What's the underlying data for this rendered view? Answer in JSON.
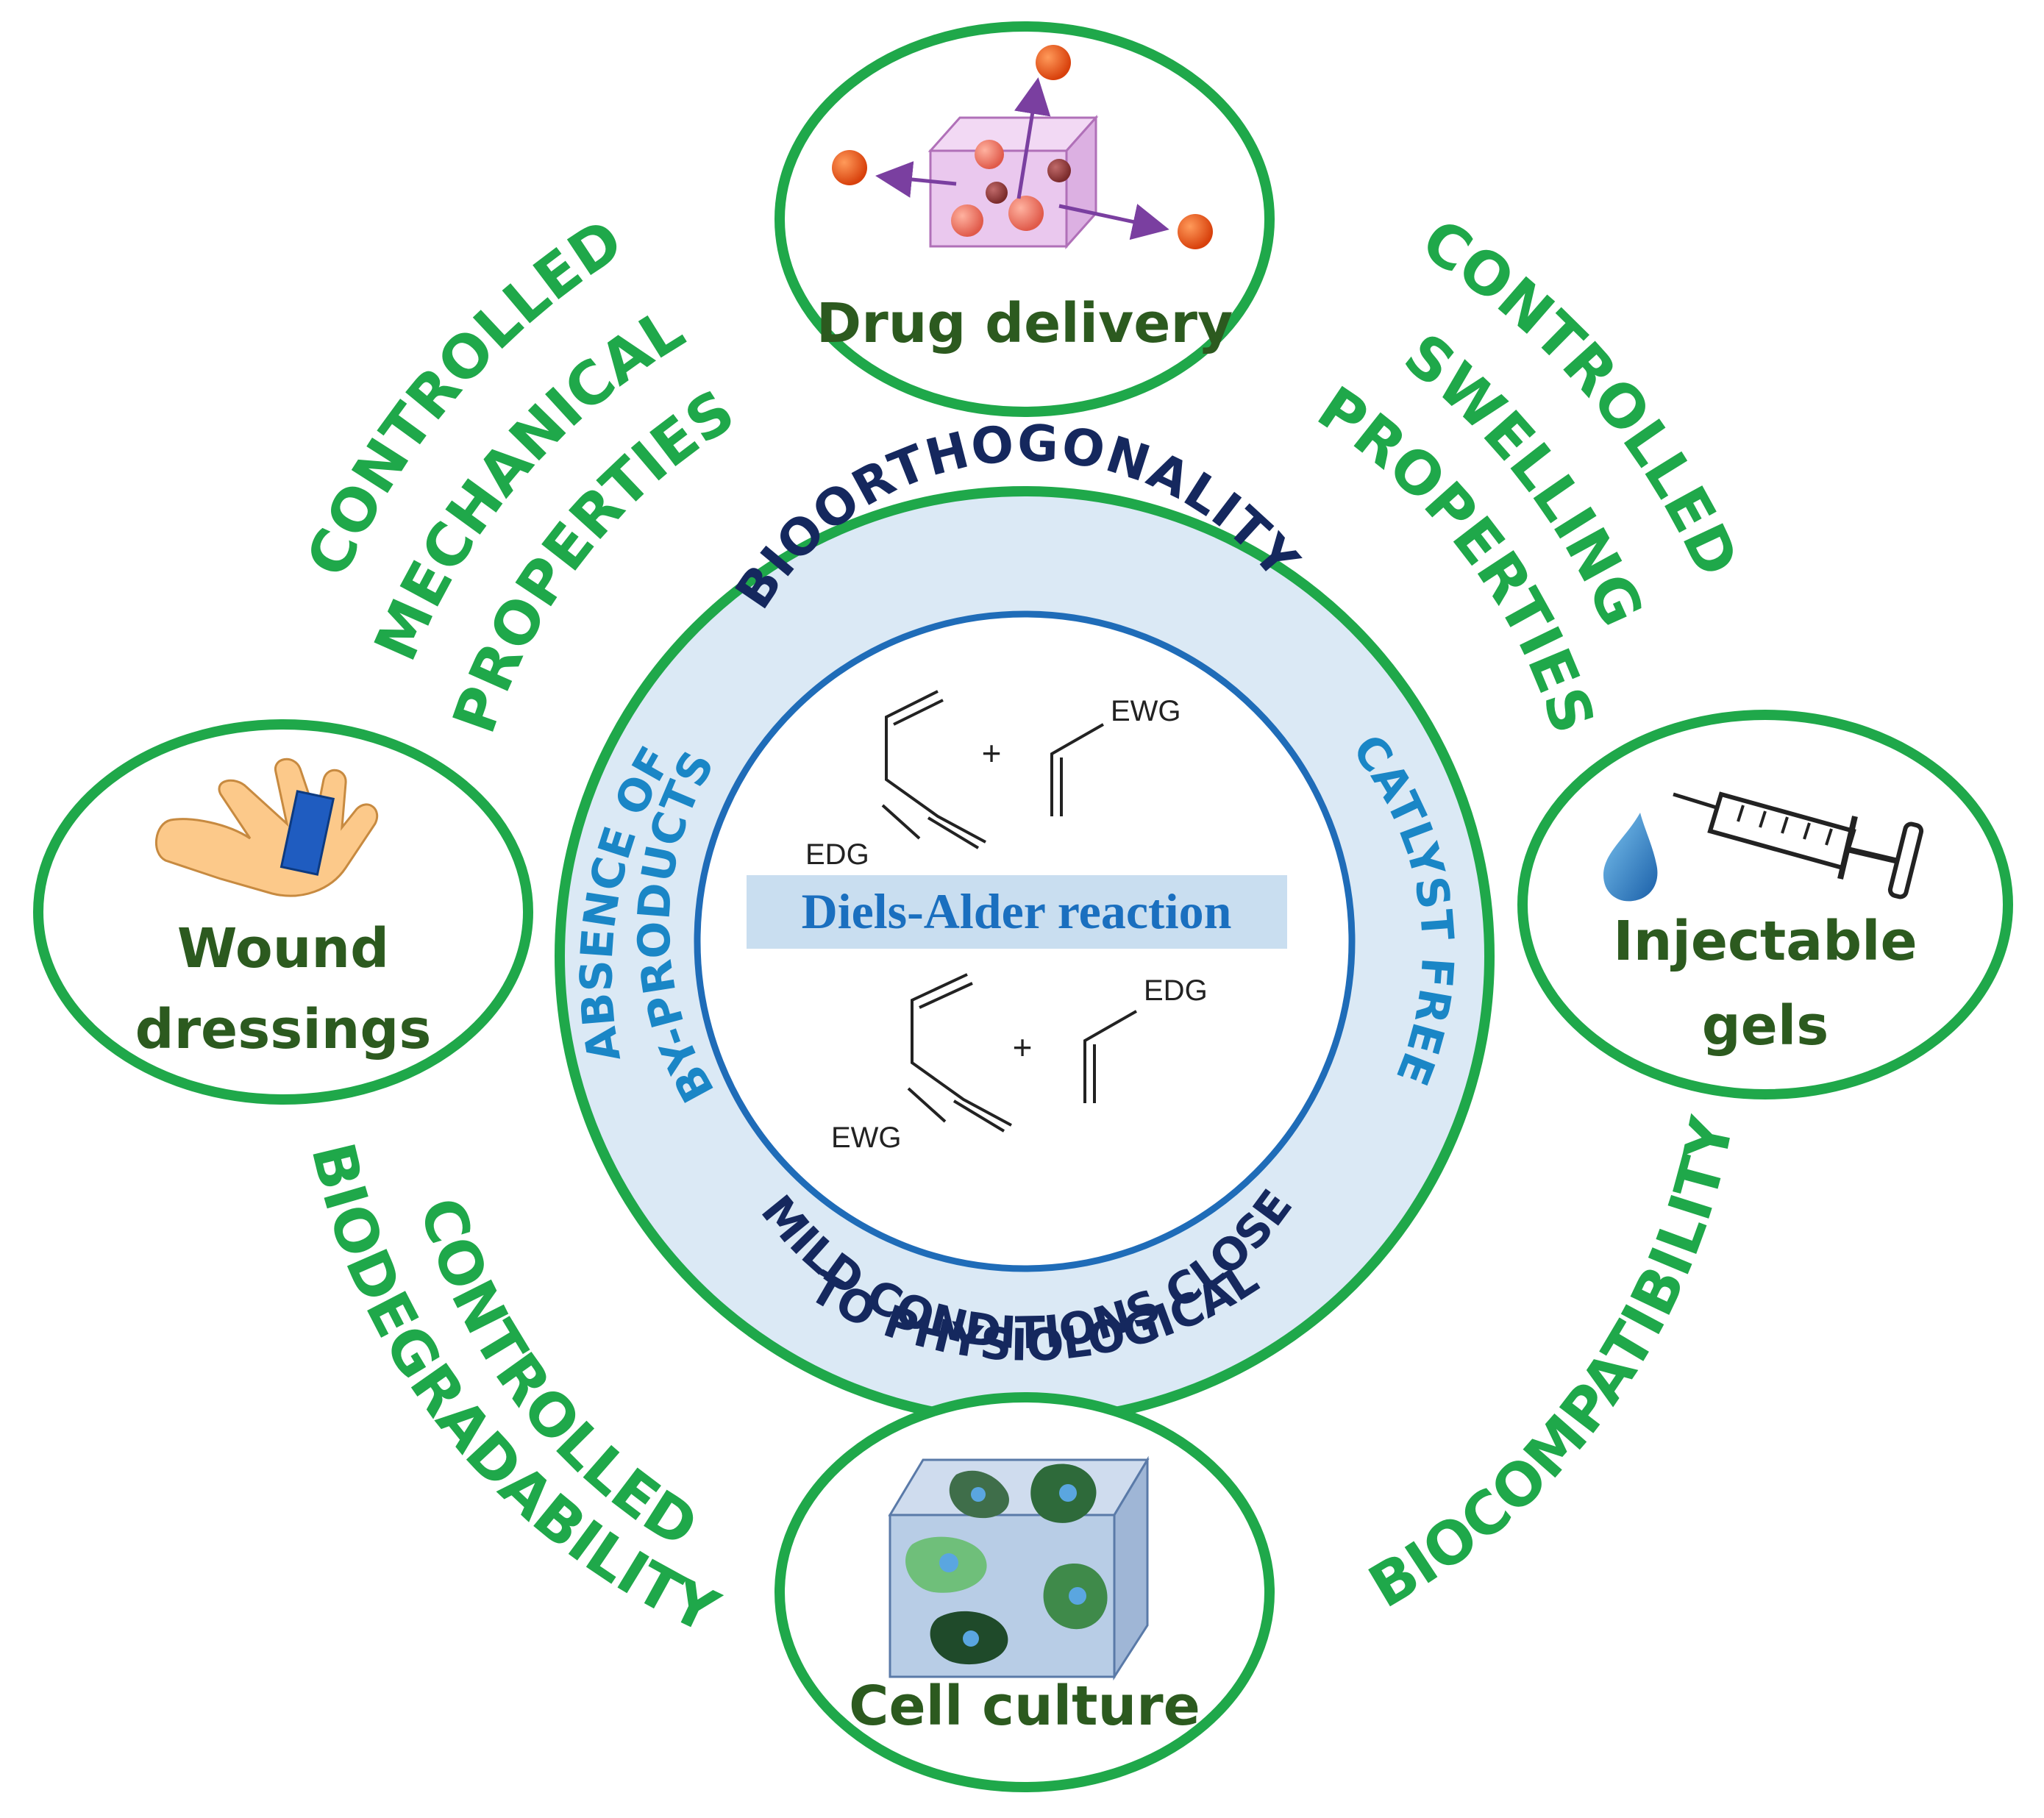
{
  "colors": {
    "green": "#1fa84a",
    "app_text": "#2c5a1f",
    "navy": "#15285e",
    "blue": "#1a86c6",
    "light_blue_fill": "#dbe9f5",
    "banner_fill": "#c9def0",
    "inner_ring": "#1f6cb8"
  },
  "center": {
    "banner": "Diels-Alder reaction",
    "reaction1": {
      "diene_group": "EDG",
      "dienophile_group": "EWG",
      "plus": "+"
    },
    "reaction2": {
      "diene_group": "EWG",
      "dienophile_group": "EDG",
      "plus": "+"
    }
  },
  "ring_labels": {
    "top": "BIOORTHOGONALITY",
    "right": "CATLYST FREE",
    "bottom_line1": "MILD CONDITIONS CLOSE",
    "bottom_line2": "TO PHYSIOLOGICAL",
    "left_line1": "ABSENCE OF",
    "left_line2": "BY-PRODUCTS"
  },
  "outer_labels": {
    "top_left": [
      "CONTROLLED",
      "MECHANICAL",
      "PROPERTIES"
    ],
    "top_right": [
      "CONTROLLED",
      "SWELLING",
      "PROPERTIES"
    ],
    "bottom_left": [
      "CONTROLLED",
      "BIODEGRADABILITY"
    ],
    "bottom_right": [
      "BIOCOMPATIBILITY"
    ]
  },
  "applications": {
    "top": {
      "label": "Drug delivery",
      "icon": "drug-release-cube-icon"
    },
    "left": {
      "line1": "Wound",
      "line2": "dressings",
      "icon": "hand-bandage-icon"
    },
    "right": {
      "line1": "Injectable",
      "line2": "gels",
      "icon": "syringe-drop-icon"
    },
    "bottom": {
      "label": "Cell culture",
      "icon": "cells-in-gel-icon"
    }
  }
}
